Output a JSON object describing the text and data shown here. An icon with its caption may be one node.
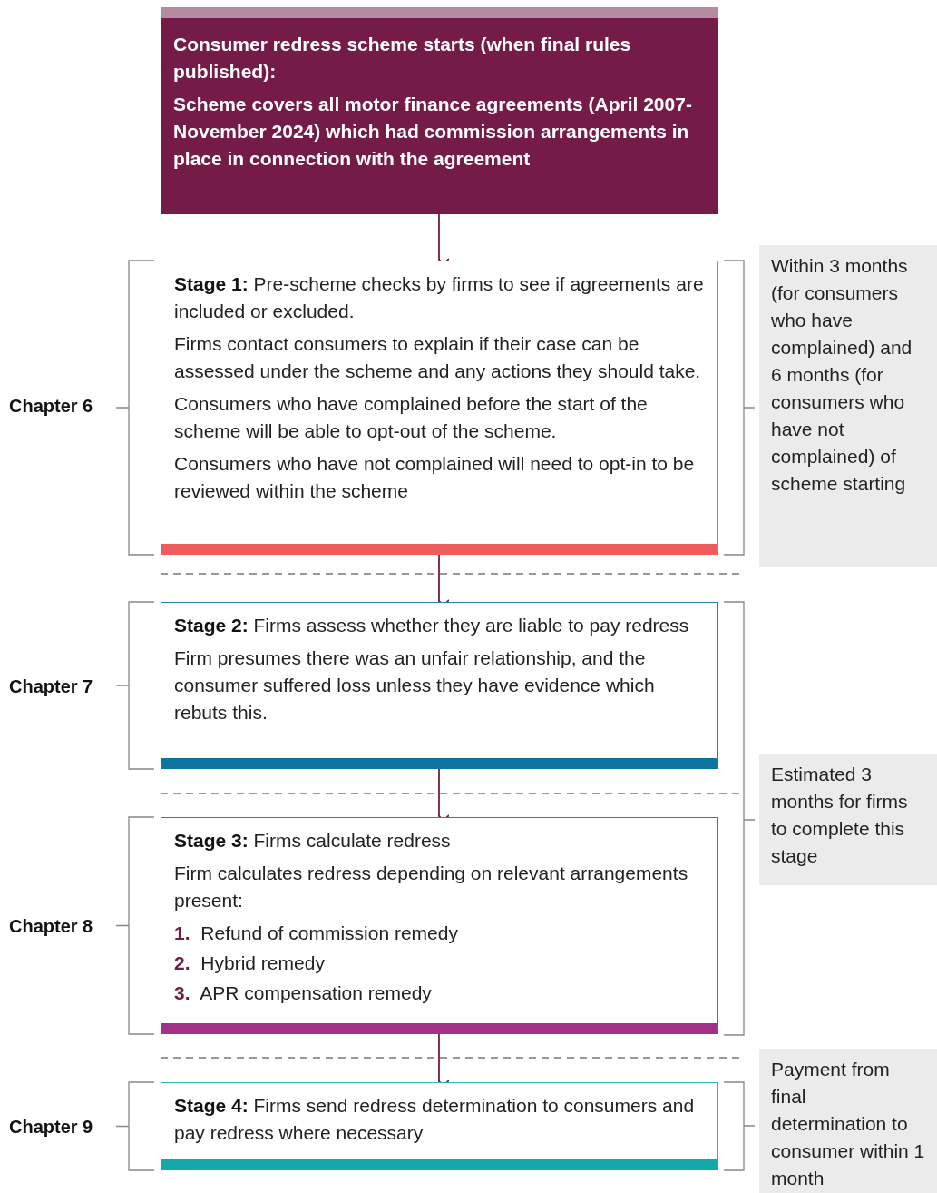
{
  "diagram": {
    "nodes": [
      {
        "text": [
          "Consumer redress scheme starts (when final rules published):",
          "Scheme covers all motor finance agreements (April 2007- November 2024) which had commission arrangements in place in connection with the agreement"
        ]
      },
      {
        "text": [
          "**Stage 1:** Pre-scheme checks by firms to see if agreements are included or excluded.",
          "Firms contact consumers to explain if their case can be assessed under the scheme and any actions they should take.",
          "Consumers who have complained before the start of the scheme will be able to opt-out of the scheme.",
          "Consumers who have not complained will need to opt-in to be reviewed within the scheme"
        ]
      },
      {
        "text": [
          "**Stage 2:** Firms assess whether they are liable to pay redress",
          "Firm presumes there was an unfair relationship, and the consumer suffered loss unless they have evidence which rebuts this."
        ]
      },
      {
        "text": [
          "**Stage 3:** Firms calculate redress",
          "Firm calculates redress depending on relevant arrangements present:",
          "**1.** Refund of commission remedy",
          "**2.** Hybrid remedy",
          "**3.** APR compensation remedy"
        ]
      },
      {
        "text": [
          "**Stage 4:** Firms send redress determination to consumers and pay redress where necessary"
        ]
      },
      {
        "text": [
          "Within 3 months (for consumers who have complained) and 6 months (for consumers who have not complained) of scheme starting"
        ]
      },
      {
        "text": [
          "Estimated 3 months for firms to complete this stage"
        ]
      },
      {
        "text": [
          "Payment from final determination to consumer within 1 month"
        ]
      }
    ],
    "edges": [
      {
        "from": 0,
        "to": 1,
        "arrow": "to"
      },
      {
        "from": 1,
        "to": 2,
        "arrow": "to"
      },
      {
        "from": 2,
        "to": 3,
        "arrow": "to"
      },
      {
        "from": 3,
        "to": 4,
        "arrow": "to"
      }
    ],
    "labels": [
      "Chapter 6",
      "Chapter 7",
      "Chapter 8",
      "Chapter 9"
    ]
  }
}
